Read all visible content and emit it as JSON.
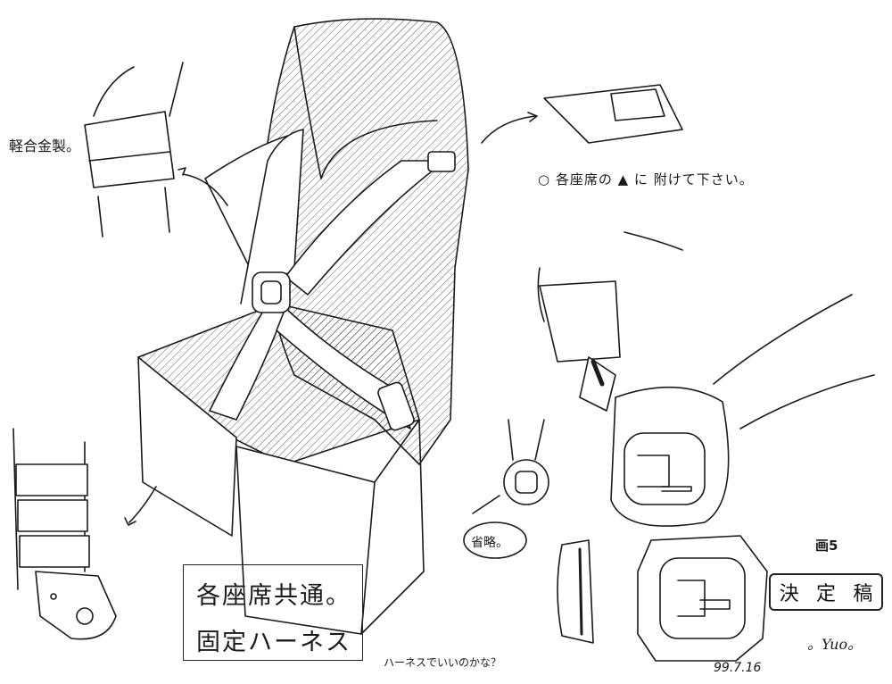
{
  "sheet": {
    "material_note": "軽合金製。",
    "attach_note": "○ 各座席の ▲ に 附けて下さい。",
    "omit_note": "省略。",
    "title_line_1": "各座席共通。",
    "title_line_2": "固定ハーネス",
    "question_note": "ハーネスでいいのかな？",
    "date": "99.7.16",
    "sheet_number": "画5",
    "stamp": "決定稿",
    "stamp_chars": [
      "決",
      "定",
      "稿"
    ],
    "signature": "。Yuo。"
  },
  "colors": {
    "ink": "#1a1a1a",
    "paper": "#ffffff"
  }
}
